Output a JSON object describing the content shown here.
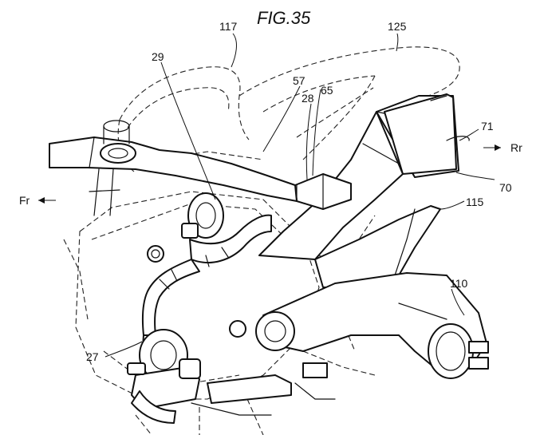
{
  "figure": {
    "title": "FIG.35",
    "direction_front": "Fr",
    "direction_rear": "Rr"
  },
  "labels": {
    "l117": "117",
    "l125": "125",
    "l29": "29",
    "l57": "57",
    "l65": "65",
    "l28": "28",
    "l71": "71",
    "l70": "70",
    "l115": "115",
    "l110": "110",
    "l27": "27"
  }
}
